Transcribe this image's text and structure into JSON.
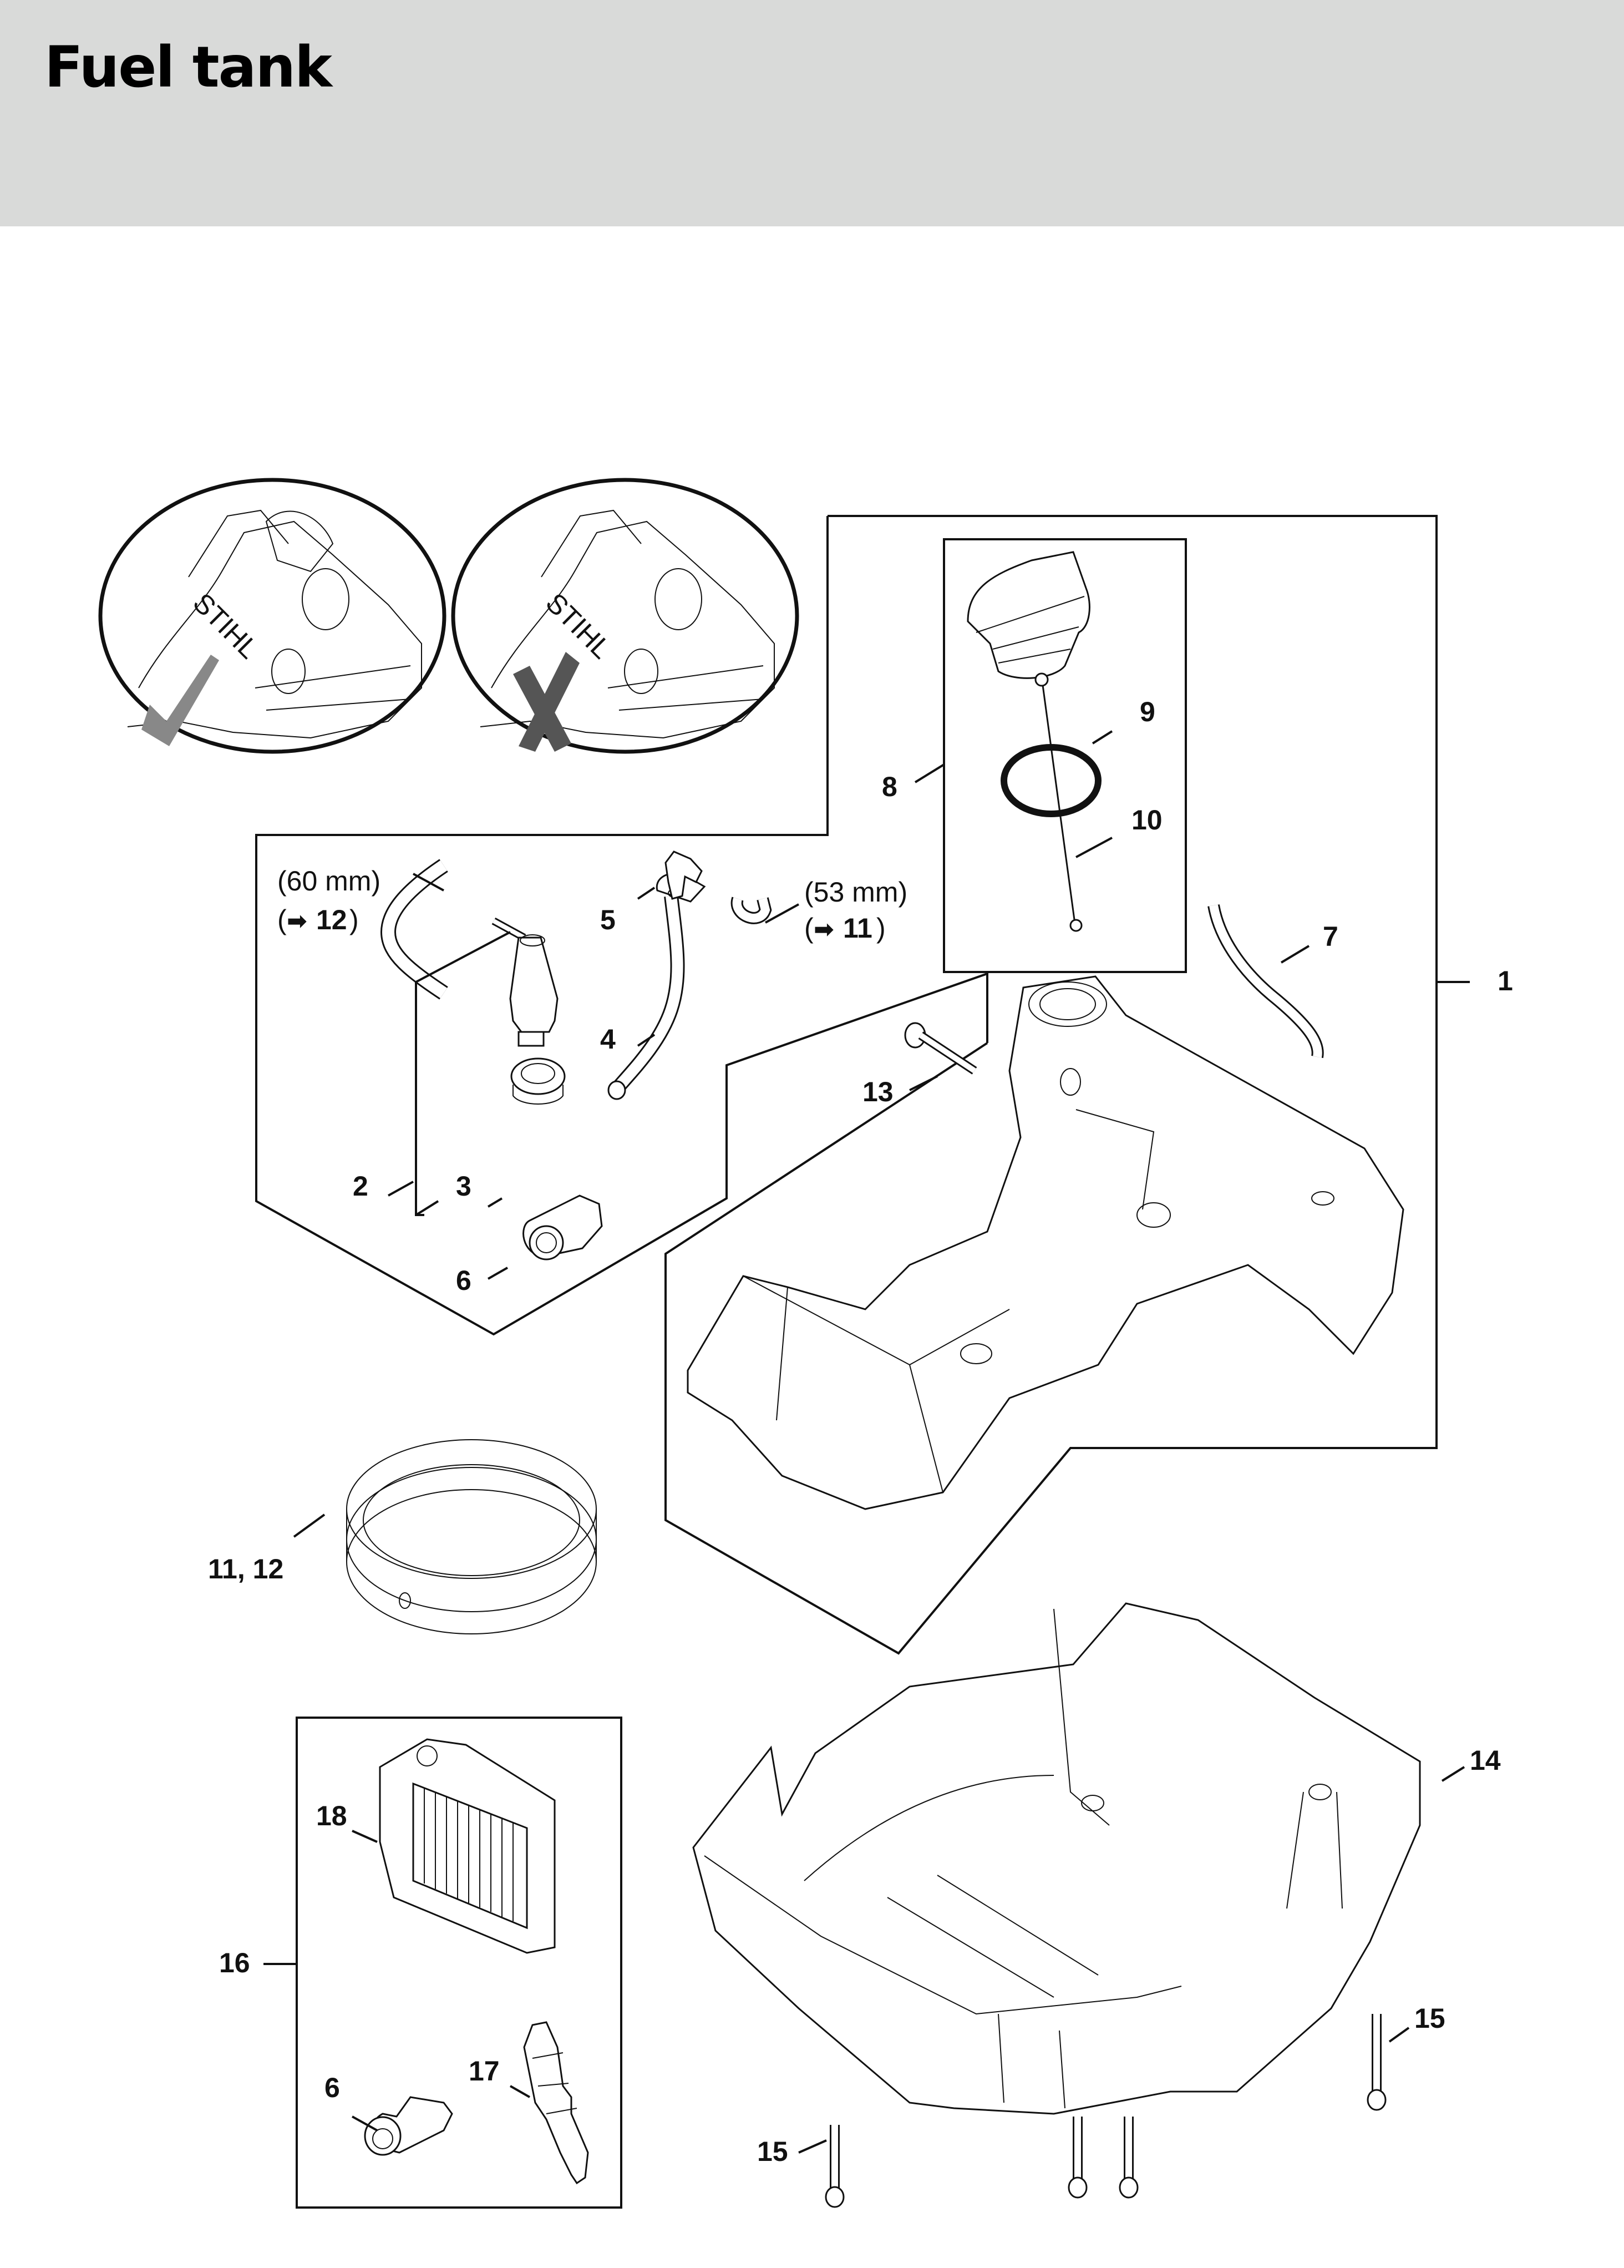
{
  "page": {
    "title": "Fuel tank",
    "header_color": "#d9dad9"
  },
  "insets": {
    "correct": {
      "mark": "check",
      "label": "correct-fill-cap-position",
      "brand": "STIHL"
    },
    "incorrect": {
      "mark": "cross",
      "label": "incorrect-fill-cap-position",
      "brand": "STIHL"
    }
  },
  "callouts": {
    "p1": "1",
    "p2": "2",
    "p3": "3",
    "p4": "4",
    "p5": "5",
    "p6a": "6",
    "p6b": "6",
    "p7": "7",
    "p8": "8",
    "p9": "9",
    "p10": "10",
    "p11_12": "11, 12",
    "p13": "13",
    "p14": "14",
    "p15a": "15",
    "p15b": "15",
    "p16": "16",
    "p17": "17",
    "p18": "18"
  },
  "annotations": {
    "hose_left_length": "(60 mm)",
    "hose_left_ref": "12",
    "hose_right_length": "(53 mm)",
    "hose_right_ref": "11",
    "arrow_glyph": "➡"
  }
}
